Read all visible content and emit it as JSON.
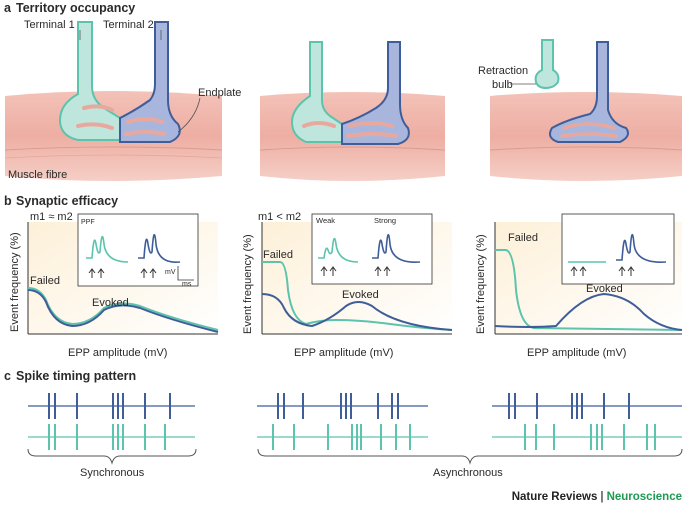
{
  "colors": {
    "green": "#5cc3ad",
    "green_fill": "#bfe6dc",
    "blue": "#3f5e99",
    "blue_fill": "#a8b6de",
    "muscle": "#f0b7ad",
    "brand_green": "#1f9a55"
  },
  "section_a": {
    "letter": "a",
    "title": "Territory occupancy",
    "terminal1": "Terminal 1",
    "terminal2": "Terminal 2",
    "endplate": "Endplate",
    "muscle_fibre": "Muscle fibre",
    "retraction_line1": "Retraction",
    "retraction_line2": "bulb"
  },
  "section_b": {
    "letter": "b",
    "title": "Synaptic efficacy",
    "ylabel": "Event frequency (%)",
    "xlabel": "EPP amplitude (mV)",
    "panel1": {
      "ratio": "m1 ≈ m2",
      "failed": "Failed",
      "evoked": "Evoked",
      "inset_label": "PPF",
      "inset_mv": "mV",
      "inset_ms": "ms"
    },
    "panel2": {
      "ratio": "m1 < m2",
      "failed": "Failed",
      "evoked": "Evoked",
      "weak": "Weak",
      "strong": "Strong"
    },
    "panel3": {
      "failed": "Failed",
      "evoked": "Evoked"
    }
  },
  "section_c": {
    "letter": "c",
    "title": "Spike timing pattern",
    "synchronous": "Synchronous",
    "asynchronous": "Asynchronous"
  },
  "spikes": {
    "r1_blue": [
      49,
      55,
      77,
      113,
      118,
      123,
      145,
      170
    ],
    "r1_green": [
      49,
      55,
      77,
      113,
      118,
      123,
      145,
      165
    ],
    "r2_blue": [
      278,
      284,
      303,
      341,
      346,
      351,
      378,
      392,
      398
    ],
    "r2_green": [
      273,
      294,
      328,
      352,
      357,
      361,
      381,
      396,
      410
    ],
    "r3_blue": [
      509,
      515,
      537,
      572,
      577,
      582,
      604,
      629
    ],
    "r3_green": [
      525,
      536,
      554,
      591,
      597,
      602,
      624,
      647,
      655
    ]
  },
  "footer": {
    "journal": "Nature Reviews",
    "separator": "|",
    "subject": "Neuroscience"
  }
}
